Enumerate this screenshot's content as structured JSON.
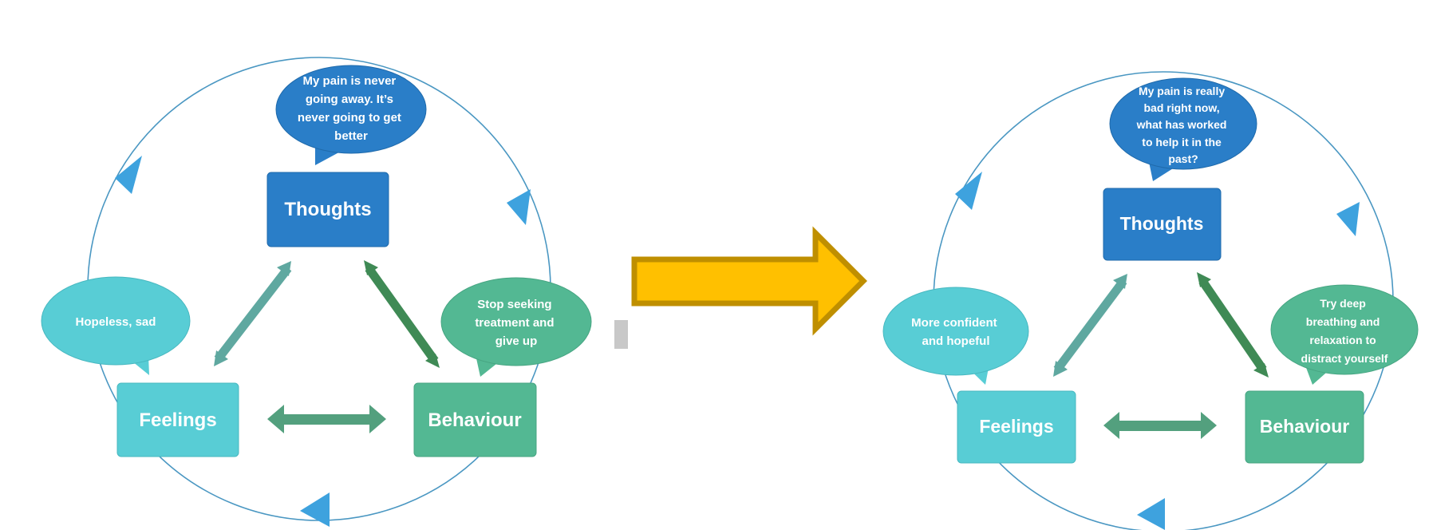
{
  "colors": {
    "thoughts": "#2a7ec8",
    "feelings": "#58cdd5",
    "behaviour": "#53b893",
    "circle": "#4a97c2",
    "circle_arrow": "#3ea2de",
    "arrow_teal": "#5fa8a0",
    "arrow_green": "#3f8a55",
    "big_arrow_fill": "#ffc000",
    "big_arrow_stroke": "#bf8f00",
    "divider": "#c8c8c8"
  },
  "left": {
    "thoughts_label": "Thoughts",
    "feelings_label": "Feelings",
    "behaviour_label": "Behaviour",
    "thought_bubble": [
      "My pain is never",
      "going away. It’s",
      "never going to get",
      "better"
    ],
    "feeling_bubble": [
      "Hopeless, sad"
    ],
    "behaviour_bubble": [
      "Stop seeking",
      "treatment and",
      "give up"
    ]
  },
  "right": {
    "thoughts_label": "Thoughts",
    "feelings_label": "Feelings",
    "behaviour_label": "Behaviour",
    "thought_bubble": [
      "My pain is really",
      "bad right now,",
      "what has worked",
      "to help it in the",
      "past?"
    ],
    "feeling_bubble": [
      "More confident",
      "and hopeful"
    ],
    "behaviour_bubble": [
      "Try deep",
      "breathing and",
      "relaxation to",
      "distract yourself"
    ]
  }
}
